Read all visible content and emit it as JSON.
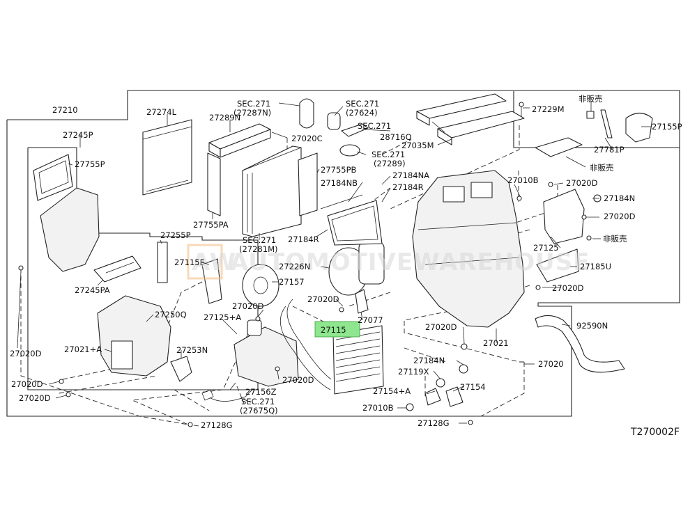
{
  "diagram_code": "T270002F",
  "watermark": "AUTOMOTIVEWAREHOUSE",
  "watermark_logo": "AW",
  "highlighted_part": "27115",
  "colors": {
    "highlight": "#8ee68e",
    "line": "#222222",
    "background": "#ffffff"
  },
  "labels": {
    "l27210": "27210",
    "l27245p": "27245P",
    "l27274l": "27274L",
    "l27289n": "27289N",
    "lsec271a": "SEC.271",
    "l27287n": "(27287N)",
    "lsec271b": "SEC.271",
    "l27624": "(27624)",
    "l27020c": "27020C",
    "lsec271c": "SEC.271",
    "l28716q": "28716Q",
    "lsec271d": "SEC.271",
    "l27289": "(27289)",
    "l27035m": "27035M",
    "l27229m": "27229M",
    "lnonsale1": "非販売",
    "l27155p": "27155P",
    "l27781p": "27781P",
    "lnonsale2": "非販売",
    "l27755p": "27755P",
    "l27755pb": "27755PB",
    "l27184na": "27184NA",
    "l27184nb": "27184NB",
    "l27184r_a": "27184R",
    "l27010b_a": "27010B",
    "l27020d_r1": "27020D",
    "l27184n_a": "27184N",
    "l27020d_r2": "27020D",
    "l27755pa": "27755PA",
    "l27184r_b": "27184R",
    "lsec271e": "SEC.271",
    "l27281m": "(27281M)",
    "lnonsale3": "非販売",
    "l27125": "27125",
    "l27255p": "27255P",
    "l27115f": "27115F",
    "l27226n": "27226N",
    "l27185u": "27185U",
    "l27157": "27157",
    "l27020d_r3": "27020D",
    "l27245pa": "27245PA",
    "l27020d_c1": "27020D",
    "l27020d_c2": "27020D",
    "l27250q": "27250Q",
    "l27125a": "27125+A",
    "l27077": "27077",
    "l92590n": "92590N",
    "l27115": "27115",
    "l27020d_c3": "27020D",
    "l27021a": "27021+A",
    "l27021": "27021",
    "l27020d_left": "27020D",
    "l27253n": "27253N",
    "l27184n_b": "27184N",
    "l27020_r": "27020",
    "l27119x": "27119X",
    "l27020d_bl1": "27020D",
    "l27020d_c4": "27020D",
    "l27156z": "27156Z",
    "l27154a": "27154+A",
    "l27154": "27154",
    "l27020d_bl2": "27020D",
    "lsec271f": "SEC.271",
    "l27675q": "(27675Q)",
    "l27010b_b": "27010B",
    "l27128g_a": "27128G",
    "l27128g_b": "27128G"
  }
}
